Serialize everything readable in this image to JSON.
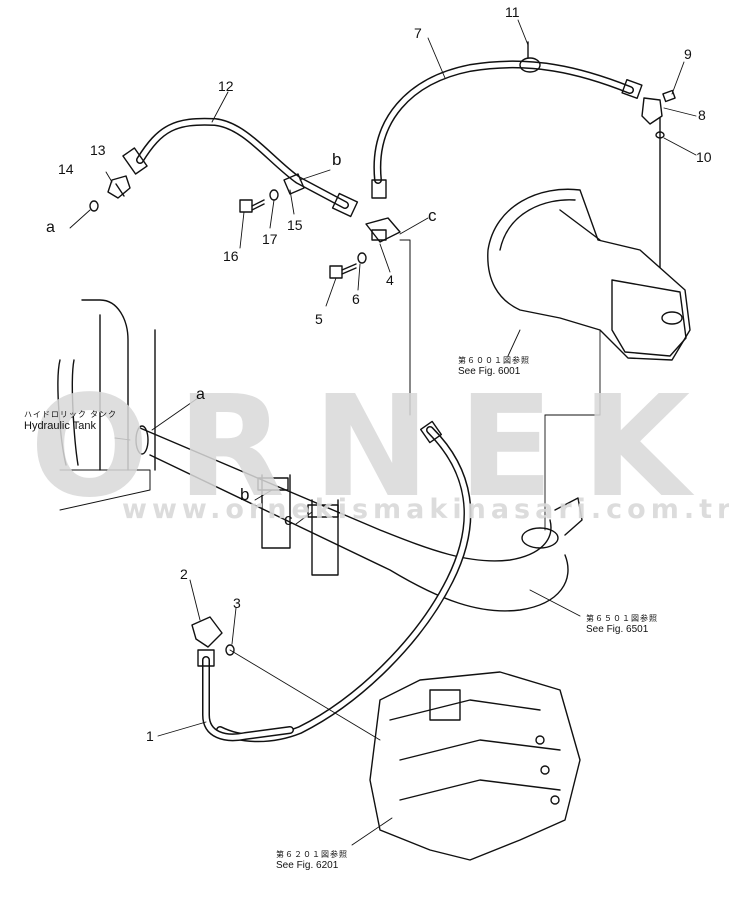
{
  "watermark": {
    "logo": "ORNEK",
    "url": "www.ornekismakinasari.com.tr",
    "accent_color": "#f2c200",
    "gray": "#d9d9d9"
  },
  "callouts": {
    "p1": "1",
    "p2": "2",
    "p3": "3",
    "p4": "4",
    "p5": "5",
    "p6": "6",
    "p7": "7",
    "p8": "8",
    "p9": "9",
    "p10": "10",
    "p11": "11",
    "p12": "12",
    "p13": "13",
    "p14": "14",
    "p15": "15",
    "p16": "16",
    "p17": "17",
    "a_top": "a",
    "b_top": "b",
    "c_top": "c",
    "a_bottom": "a",
    "b_bottom": "b",
    "c_bottom": "c"
  },
  "references": {
    "fig6001": {
      "jp": "第６００１図参照",
      "en": "See Fig. 6001"
    },
    "fig6501": {
      "jp": "第６５０１図参照",
      "en": "See Fig. 6501"
    },
    "fig6201": {
      "jp": "第６２０１図参照",
      "en": "See Fig. 6201"
    },
    "tank": {
      "jp": "ハイドロリック タンク",
      "en": "Hydraulic Tank"
    }
  }
}
